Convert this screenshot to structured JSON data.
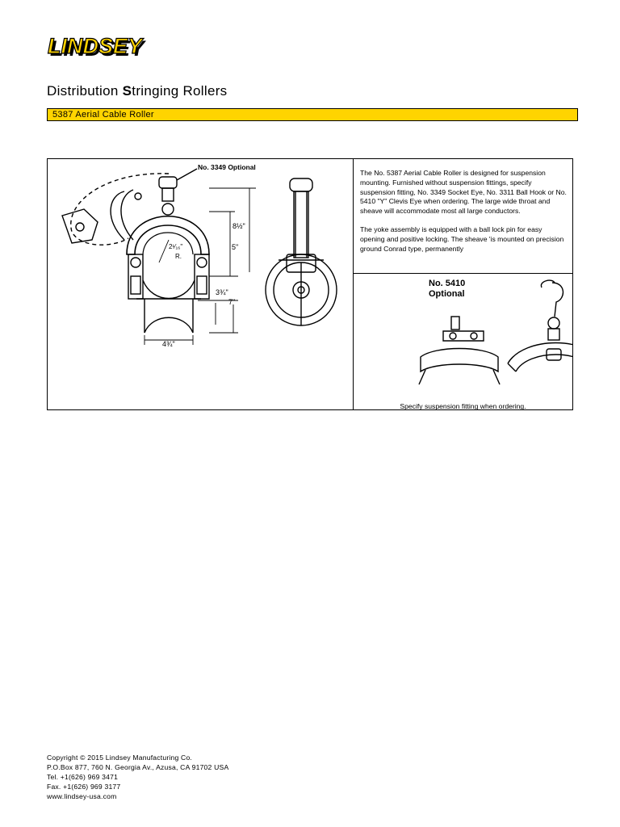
{
  "brand": {
    "logo_text": "LINDSEY"
  },
  "header": {
    "title_pre": "Distribution ",
    "title_cap": "S",
    "title_post": "tringing Rollers",
    "product_bar": "5387 Aerial Cable Roller"
  },
  "drawing": {
    "optional_label": "No. 3349 Optional",
    "dim_height": "8½\"",
    "dim_5": "5\"",
    "dim_radius": "2¹⁄₁₆\"",
    "dim_r": "R.",
    "dim_334": "3¾\"",
    "dim_7": "7\"",
    "dim_width": "4¾\""
  },
  "description": {
    "p1": "The No. 5387 Aerial Cable Roller is designed for suspension mounting. Furnished without suspension fittings, specify suspension fitting, No. 3349 Socket Eye, No. 3311 Ball Hook or No. 5410 \"Y\" Clevis Eye when ordering. The large wide throat and sheave will accommodate most all large conductors.",
    "p2": "The yoke assembly is equipped with a ball lock pin for easy opening and positive locking. The sheave 'is mounted on precision ground Conrad type, permanently"
  },
  "optional_fitting": {
    "label_line1": "No. 5410",
    "label_line2": "Optional",
    "caption": "Specify suspension fitting when ordering."
  },
  "footer": {
    "copyright": "Copyright © 2015 Lindsey Manufacturing Co.",
    "address": "P.O.Box 877, 760 N. Georgia Av., Azusa, CA 91702 USA",
    "tel": "Tel. +1(626) 969 3471",
    "fax": "Fax. +1(626) 969 3177",
    "web": "www.lindsey-usa.com"
  },
  "colors": {
    "brand_yellow": "#ffd400"
  }
}
